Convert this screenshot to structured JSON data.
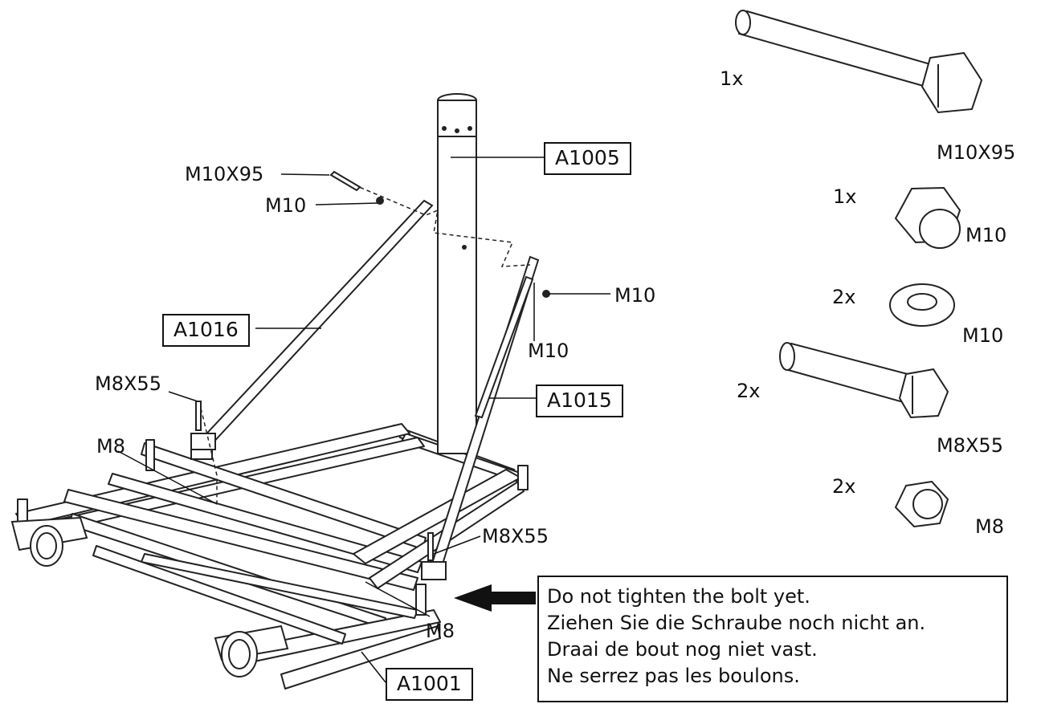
{
  "parts": {
    "main_pole": "A1005",
    "left_brace": "A1016",
    "right_brace": "A1015",
    "base_frame": "A1001"
  },
  "hardware_callouts": {
    "bolt_top": "M10X95",
    "nut_top": "M10",
    "nut_right": "M10",
    "washer_right": "M10",
    "bolt_left": "M8X55",
    "nut_left": "M8",
    "bolt_right": "M8X55",
    "nut_bottom": "M8"
  },
  "hardware_list": [
    {
      "qty": "1x",
      "spec": "M10X95"
    },
    {
      "qty": "1x",
      "spec": "M10"
    },
    {
      "qty": "2x",
      "spec": "M10"
    },
    {
      "qty": "2x",
      "spec": "M8X55"
    },
    {
      "qty": "2x",
      "spec": "M8"
    }
  ],
  "notice": {
    "lines": [
      "Do not tighten the bolt yet.",
      "Ziehen Sie die Schraube noch nicht an.",
      "Draai de bout nog niet vast.",
      "Ne serrez pas les boulons."
    ]
  }
}
